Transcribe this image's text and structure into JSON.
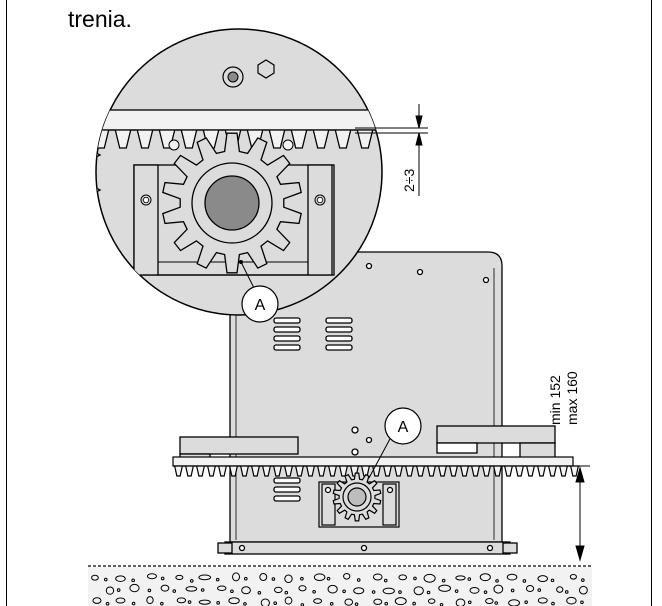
{
  "caption": "trenia.",
  "callouts": {
    "detail_label": "A",
    "main_label": "A"
  },
  "dimensions": {
    "gap": "2÷3",
    "height_min": "min 152",
    "height_max": "max 160"
  },
  "colors": {
    "body_fill": "#dcdcdc",
    "detail_fill": "#dcdcdc",
    "rack_fill": "#f2f2f2",
    "ground_fill": "#e6e6e6",
    "line": "#000000"
  },
  "icons": [
    "bolt-icon",
    "hex-nut-icon",
    "pinion-gear-icon",
    "gear-rack-icon",
    "gravel-ground-icon"
  ]
}
